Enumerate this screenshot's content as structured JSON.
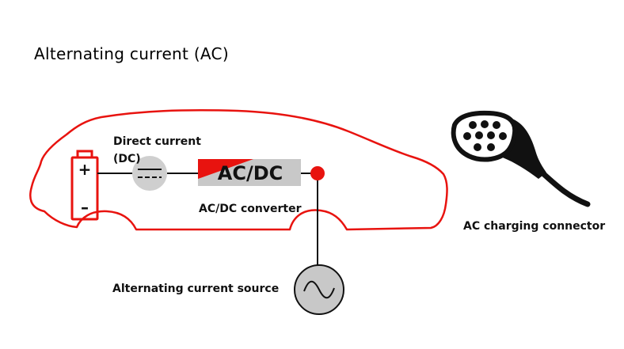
{
  "title": "Alternating current (AC)",
  "labels": {
    "direct_current": "Direct current",
    "direct_current_abbr": "(DC)",
    "converter_text": "AC/DC",
    "converter_label": "AC/DC converter",
    "ac_source": "Alternating current source",
    "charging_connector": "AC charging connector"
  },
  "battery": {
    "positive": "+",
    "negative": "–"
  },
  "colors": {
    "accent_red": "#e8130f",
    "converter_gray": "#c8c8c8",
    "dc_symbol_gray": "#cfcfcf",
    "source_gray": "#c8c8c8",
    "connector_black": "#111111"
  },
  "icons": {
    "battery": "battery-icon",
    "dc_symbol": "dc-symbol-icon",
    "ac_wave": "sine-wave-icon",
    "connector": "type2-plug-icon",
    "car_outline": "car-outline-icon"
  }
}
